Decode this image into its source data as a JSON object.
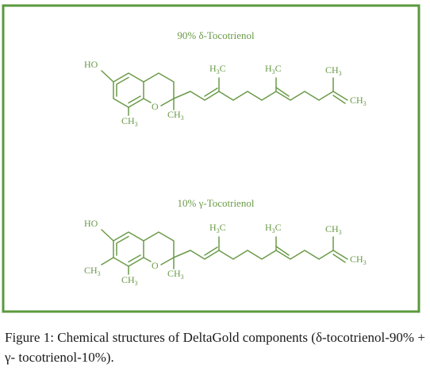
{
  "figure": {
    "label": "Figure 1:",
    "caption_text": "Chemical structures of DeltaGold components (δ-tocotrienol-90% + γ- tocotrienol-10%)."
  },
  "structures": [
    {
      "title": "90% δ-Tocotrienol",
      "atoms": {
        "ho": "HO",
        "o": "O",
        "ch3": "CH",
        "ch3_sub": "3",
        "h3c": "H",
        "h3c_3": "3",
        "h3c_c": "C"
      }
    },
    {
      "title": "10% γ-Tocotrienol",
      "atoms": {
        "ho": "HO",
        "o": "O",
        "ch3": "CH",
        "ch3_sub": "3",
        "h3c": "H",
        "h3c_3": "3",
        "h3c_c": "C"
      }
    }
  ],
  "colors": {
    "border": "#5a9a3c",
    "structure": "#6a9a48",
    "caption": "#1a1a1a"
  }
}
